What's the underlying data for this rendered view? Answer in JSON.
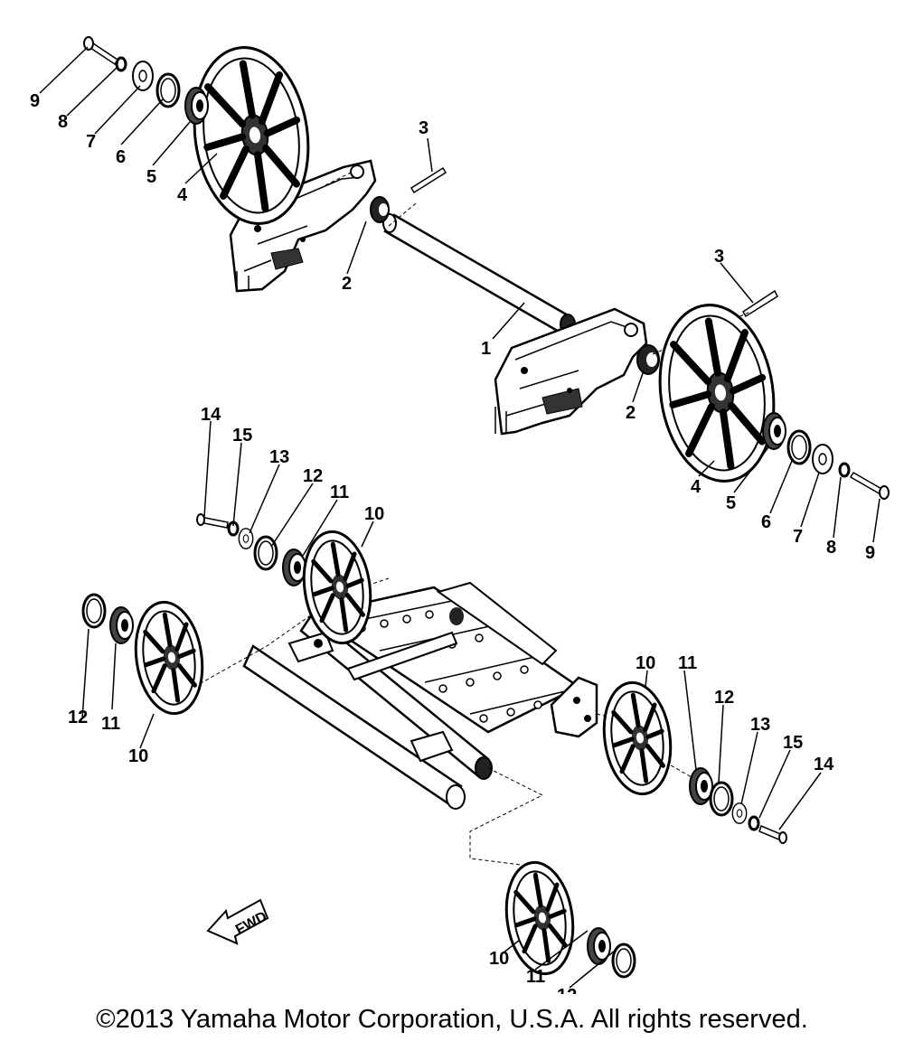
{
  "labels": {
    "l1": "1",
    "l2": "2",
    "l3": "3",
    "l4": "4",
    "l5": "5",
    "l6": "6",
    "l7": "7",
    "l8": "8",
    "l9": "9",
    "l10": "10",
    "l11": "11",
    "l12": "12",
    "l13": "13",
    "l14": "14",
    "l15": "15"
  },
  "fwd_label": "FWD",
  "copyright": "©2013 Yamaha Motor Corporation, U.S.A. All rights reserved."
}
